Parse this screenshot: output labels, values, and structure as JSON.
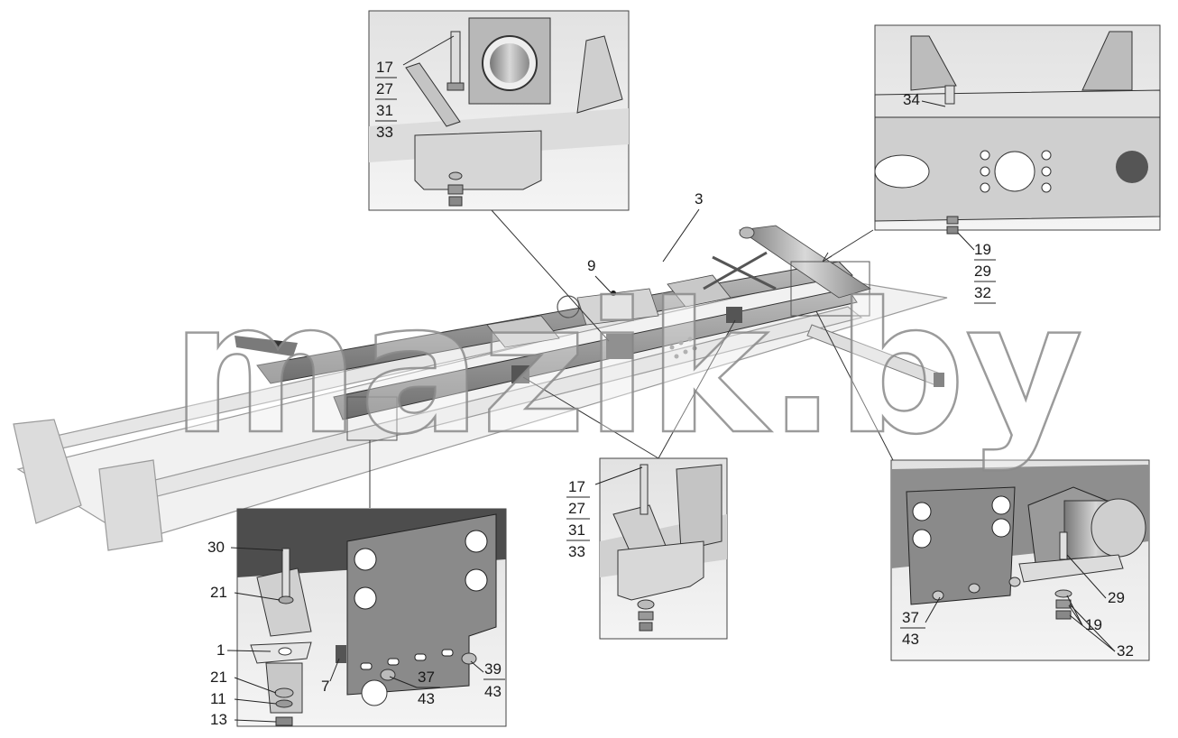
{
  "watermark": "mazik.by",
  "main_labels": {
    "frame": "3",
    "panel": "9"
  },
  "inset_top_left": {
    "labels": [
      "17",
      "27",
      "31",
      "33"
    ]
  },
  "inset_top_right": {
    "label_top": "34",
    "labels": [
      "19",
      "29",
      "32"
    ]
  },
  "inset_bottom_center": {
    "labels": [
      "17",
      "27",
      "31",
      "33"
    ]
  },
  "inset_bottom_left": {
    "labels": {
      "bolt": "30",
      "washer_top": "21",
      "bracket": "1",
      "washer_bottom": "21",
      "lock_washer": "11",
      "nut": "13",
      "plate": "7",
      "bolt_a": "37",
      "nut_a": "43",
      "bolt_b": "39",
      "nut_b": "43"
    }
  },
  "inset_bottom_right": {
    "labels": {
      "bolt": "37",
      "nut": "43",
      "pin": "29",
      "washer": "19",
      "nut_r": "32"
    }
  }
}
